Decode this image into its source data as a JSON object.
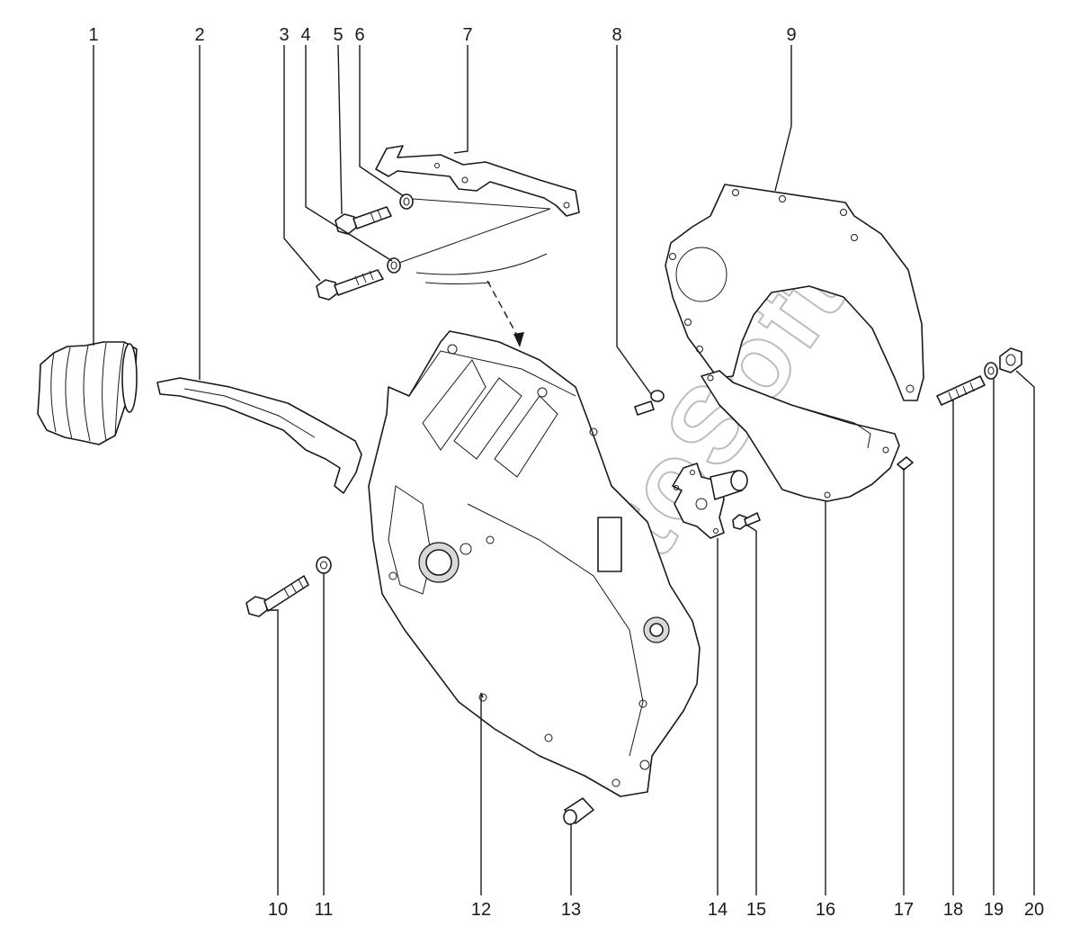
{
  "diagram": {
    "callouts": [
      "1",
      "2",
      "3",
      "4",
      "5",
      "6",
      "7",
      "8",
      "9",
      "10",
      "11",
      "12",
      "13",
      "14",
      "15",
      "16",
      "17",
      "18",
      "19",
      "20"
    ],
    "watermark": "AutoSoft"
  }
}
